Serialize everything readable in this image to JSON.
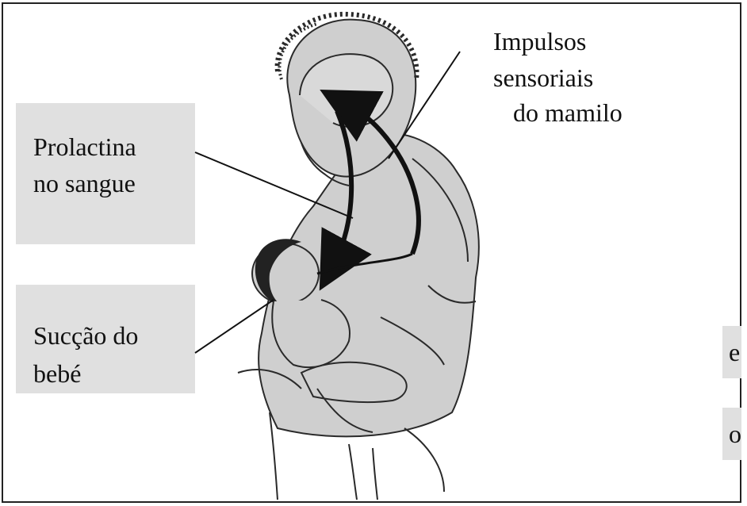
{
  "labels": {
    "prolactin_line1": "Prolactina",
    "prolactin_line2": "no sangue",
    "sensory_line1": "Impulsos",
    "sensory_line2": "sensoriais",
    "sensory_line3": "do mamilo",
    "suction_line1": "Sucção do",
    "suction_line2": "bebé",
    "cut_fragment_1": "e",
    "cut_fragment_2": "o"
  },
  "colors": {
    "figure_fill": "#cfcfcf",
    "figure_stroke": "#2a2a2a",
    "label_box": "#e0e0e0",
    "arrow": "#111111"
  },
  "icons": {
    "figure": "mother-breastfeeding-baby-illustration",
    "arrows": "hormone-pathway-arrows"
  }
}
